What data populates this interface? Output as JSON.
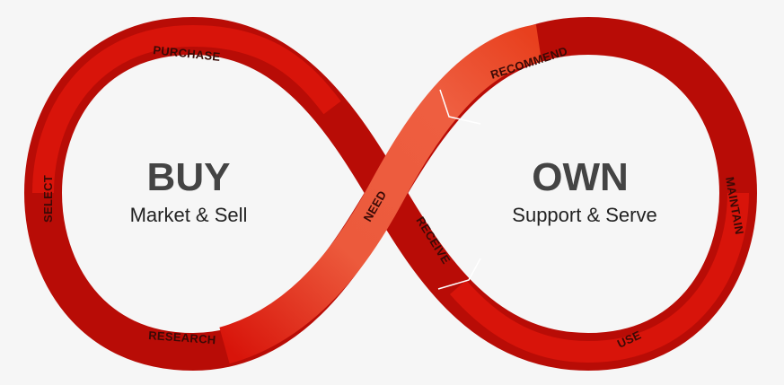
{
  "buy": {
    "title": "BUY",
    "subtitle": "Market & Sell"
  },
  "own": {
    "title": "OWN",
    "subtitle": "Support & Serve"
  },
  "stages": {
    "purchase": "PURCHASE",
    "select": "SELECT",
    "research": "RESEARCH",
    "need": "NEED",
    "receive": "RECEIVE",
    "recommend": "RECOMMEND",
    "maintain": "MAINTAIN",
    "use": "USE"
  },
  "colors": {
    "dark_red": "#b80c06",
    "red": "#d8140a",
    "light_red": "#ec5a3c",
    "background": "#f6f6f6"
  }
}
